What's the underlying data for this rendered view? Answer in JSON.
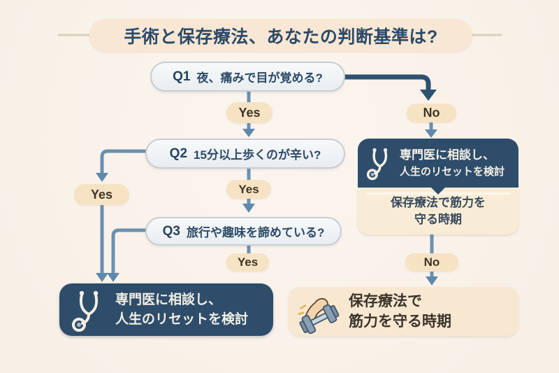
{
  "title": "手術と保存療法、あなたの判断基準は?",
  "questions": [
    {
      "id": "Q1",
      "text": "夜、痛みで目が覚める?"
    },
    {
      "id": "Q2",
      "text": "15分以上歩くのが辛い?"
    },
    {
      "id": "Q3",
      "text": "旅行や趣味を諦めている?"
    }
  ],
  "edges": {
    "q1_yes": "Yes",
    "q1_no": "No",
    "q2_yes_left": "Yes",
    "q2_yes_down": "Yes",
    "q3_yes": "Yes",
    "right_card_no": "No"
  },
  "outcomes": {
    "consult_left": {
      "icon": "stethoscope-icon",
      "line1": "専門医に相談し、",
      "line2": "人生のリセットを検討"
    },
    "consult_right": {
      "icon": "stethoscope-icon",
      "line1": "専門医に相談し、",
      "line2": "人生のリセットを検討"
    },
    "conserve_wait": {
      "line1": "保存療法で筋力を",
      "line2": "守る時期"
    },
    "conserve_final": {
      "icon": "muscle-dumbbell-icon",
      "line1": "保存療法で",
      "line2": "筋力を守る時期"
    }
  },
  "colors": {
    "background": "#f9f1e8",
    "banner_peach": "#f8e7d4",
    "answer_peach": "#f6e3c4",
    "question_fill": "#eef0f3",
    "question_border": "#c7cdd4",
    "navy_box": "#2e4d6b",
    "navy_text": "#2b4a69",
    "arrow_light": "#6b90ae",
    "arrow_dark": "#2d5170",
    "cream_card": "#f9ecd6",
    "final_cream": "#f8e8d1",
    "divider_line": "#d9d0bb"
  }
}
